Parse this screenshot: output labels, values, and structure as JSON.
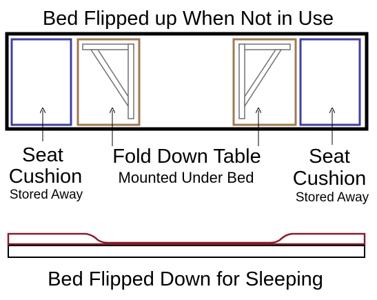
{
  "title_top": "Bed Flipped up When Not in Use",
  "title_bottom": "Bed Flipped Down for Sleeping",
  "left_cushion": {
    "line1": "Seat",
    "line2": "Cushion",
    "line3": "Stored Away"
  },
  "right_cushion": {
    "line1": "Seat",
    "line2": "Cushion",
    "line3": "Stored Away"
  },
  "table": {
    "line1": "Fold Down Table",
    "line2": "Mounted Under Bed"
  },
  "colors": {
    "outline": "#000000",
    "cushion": "#3f3fa0",
    "table_frame": "#a07850",
    "bracket": "#808080",
    "mattress": "#8b1a2a"
  }
}
